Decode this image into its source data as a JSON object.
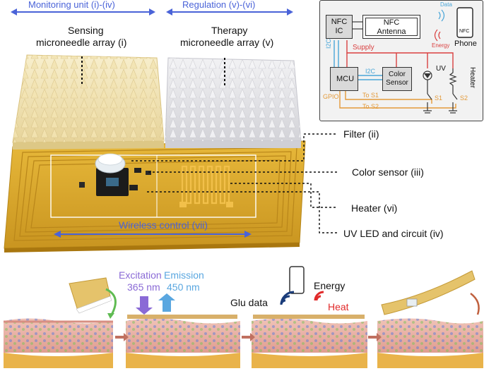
{
  "colors": {
    "blue_label": "#4a63d8",
    "supply_red": "#d94040",
    "gpio_orange": "#e39a3a",
    "i2c_blue": "#4aa6d8",
    "heat_red": "#e12a2a",
    "excitation_purple": "#8a6ad6",
    "emission_blue": "#5aa7e0",
    "pcb_gold": "#d6a52c"
  },
  "top": {
    "monitoring_label": "Monitoring unit (i)-(iv)",
    "regulation_label": "Regulation (v)-(vi)",
    "sensing_label_line1": "Sensing",
    "sensing_label_line2": "microneedle array (i)",
    "therapy_label_line1": "Therapy",
    "therapy_label_line2": "microneedle array (v)",
    "wireless_label": "Wireless control (vii)"
  },
  "callouts": {
    "filter": "Filter (ii)",
    "color_sensor": "Color sensor (iii)",
    "heater": "Heater (vi)",
    "uv_led": "UV LED and circuit (iv)"
  },
  "circuit": {
    "nfc_ic": "NFC\nIC",
    "nfc_antenna": "NFC\nAntenna",
    "data": "Data",
    "energy": "Energy",
    "nfc_badge": "NFC",
    "phone": "Phone",
    "i2c_left": "I2C",
    "supply": "Supply",
    "mcu": "MCU",
    "i2c": "I2C",
    "color_sensor": "Color\nSensor",
    "uv": "UV",
    "heater": "Heater",
    "gpio": "GPIO",
    "to_s1": "To S1",
    "to_s2": "To S2",
    "s1": "S1",
    "s2": "S2"
  },
  "bottom": {
    "excitation_line1": "Excitation",
    "excitation_line2": "365 nm",
    "emission_line1": "Emission",
    "emission_line2": "450 nm",
    "glu_data": "Glu data",
    "energy": "Energy",
    "heat": "Heat"
  }
}
